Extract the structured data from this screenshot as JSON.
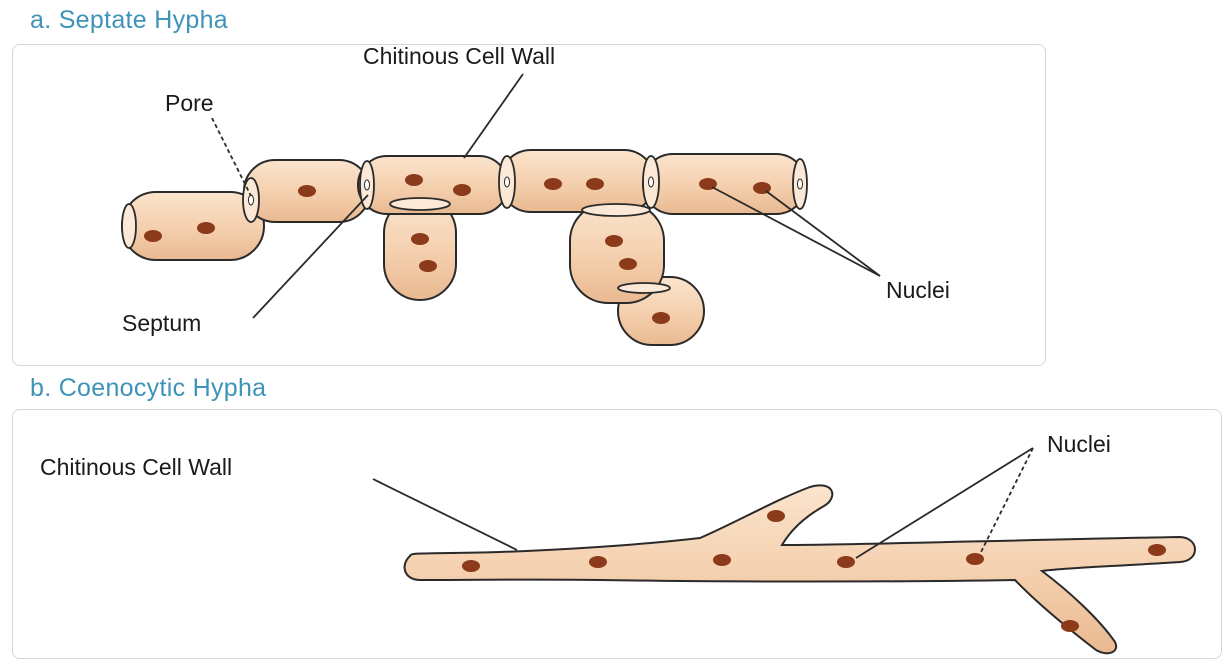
{
  "panel_a": {
    "title": "a. Septate Hypha",
    "labels": {
      "cell_wall": "Chitinous Cell Wall",
      "pore": "Pore",
      "septum": "Septum",
      "nuclei": "Nuclei"
    }
  },
  "panel_b": {
    "title": "b. Coenocytic Hypha",
    "labels": {
      "cell_wall": "Chitinous Cell Wall",
      "nuclei": "Nuclei"
    }
  },
  "colors": {
    "title": "#3d93b8",
    "hypha_fill": "#f5d3b3",
    "hypha_stroke": "#2a2a2a",
    "nucleus": "#8b3a1a"
  }
}
